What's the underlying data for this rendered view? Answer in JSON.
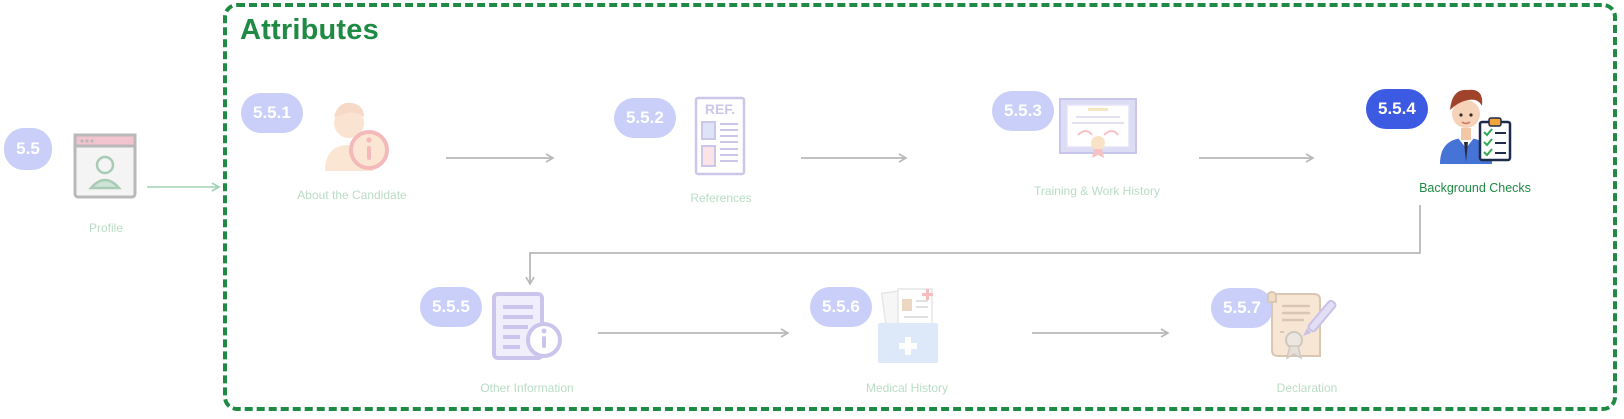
{
  "diagram": {
    "group_title": "Attributes",
    "colors": {
      "frame_green": "#1f8a44",
      "badge_inactive": "#c9cff8",
      "badge_active": "#3d5ae3",
      "label_inactive": "#b9dcc6",
      "connector": "#b8b8b8"
    },
    "root": {
      "number": "5.5",
      "label": "Profile",
      "icon": "profile-window-icon"
    },
    "steps": [
      {
        "number": "5.5.1",
        "label": "About the Candidate",
        "icon": "candidate-info-icon",
        "active": false
      },
      {
        "number": "5.5.2",
        "label": "References",
        "icon": "reference-document-icon",
        "active": false
      },
      {
        "number": "5.5.3",
        "label": "Training & Work History",
        "icon": "certificate-icon",
        "active": false
      },
      {
        "number": "5.5.4",
        "label": "Background Checks",
        "icon": "person-clipboard-icon",
        "active": true
      },
      {
        "number": "5.5.5",
        "label": "Other Information",
        "icon": "document-info-icon",
        "active": false
      },
      {
        "number": "5.5.6",
        "label": "Medical History",
        "icon": "medical-folder-icon",
        "active": false
      },
      {
        "number": "5.5.7",
        "label": "Declaration",
        "icon": "scroll-pen-icon",
        "active": false
      }
    ]
  }
}
